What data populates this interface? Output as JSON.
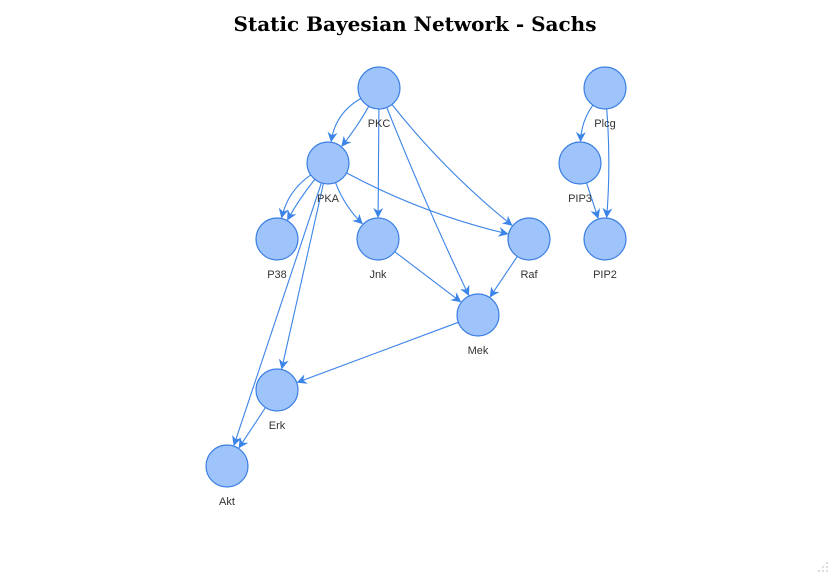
{
  "title": "Static Bayesian Network - Sachs",
  "colors": {
    "node_fill": "#9fc3fb",
    "node_stroke": "#3b7fe3",
    "edge": "#3b84e8"
  },
  "nodes": [
    {
      "id": "PKC",
      "label": "PKC"
    },
    {
      "id": "Plcg",
      "label": "Plcg"
    },
    {
      "id": "PKA",
      "label": "PKA"
    },
    {
      "id": "PIP3",
      "label": "PIP3"
    },
    {
      "id": "P38",
      "label": "P38"
    },
    {
      "id": "Jnk",
      "label": "Jnk"
    },
    {
      "id": "Raf",
      "label": "Raf"
    },
    {
      "id": "PIP2",
      "label": "PIP2"
    },
    {
      "id": "Mek",
      "label": "Mek"
    },
    {
      "id": "Erk",
      "label": "Erk"
    },
    {
      "id": "Akt",
      "label": "Akt"
    }
  ],
  "edges": [
    {
      "from": "PKC",
      "to": "PKA"
    },
    {
      "from": "PKC",
      "to": "PKA"
    },
    {
      "from": "PKC",
      "to": "Jnk"
    },
    {
      "from": "PKC",
      "to": "Raf"
    },
    {
      "from": "PKC",
      "to": "Mek"
    },
    {
      "from": "PKA",
      "to": "P38"
    },
    {
      "from": "PKA",
      "to": "P38"
    },
    {
      "from": "PKA",
      "to": "Jnk"
    },
    {
      "from": "PKA",
      "to": "Raf"
    },
    {
      "from": "PKA",
      "to": "Erk"
    },
    {
      "from": "PKA",
      "to": "Akt"
    },
    {
      "from": "Jnk",
      "to": "Mek"
    },
    {
      "from": "Raf",
      "to": "Mek"
    },
    {
      "from": "Mek",
      "to": "Erk"
    },
    {
      "from": "Erk",
      "to": "Akt"
    },
    {
      "from": "Plcg",
      "to": "PIP3"
    },
    {
      "from": "Plcg",
      "to": "PIP2"
    },
    {
      "from": "PIP3",
      "to": "PIP2"
    }
  ]
}
